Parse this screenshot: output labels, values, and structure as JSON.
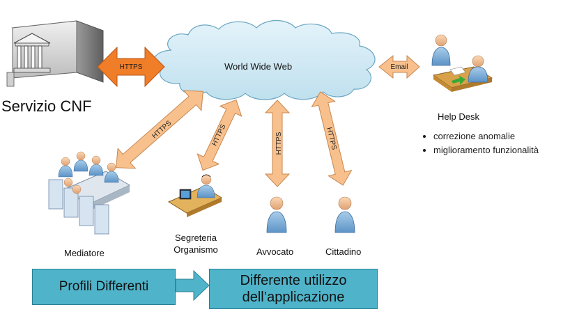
{
  "diagram": {
    "server_label": "Servizio CNF",
    "cloud_label": "World Wide Web",
    "arrow_labels": {
      "server_web": "HTTPS",
      "email": "Email",
      "mediatore": "HTTPS",
      "segreteria": "HTTPS",
      "avvocato": "HTTPS",
      "cittadino": "HTTPS"
    },
    "helpdesk": {
      "title": "Help Desk",
      "bullets": [
        "correzione anomalie",
        "miglioramento funzionalità"
      ]
    },
    "users": {
      "mediatore": "Mediatore",
      "segreteria_line1": "Segreteria",
      "segreteria_line2": "Organismo",
      "avvocato": "Avvocato",
      "cittadino": "Cittadino"
    },
    "flow": {
      "left_box": "Profili Differenti",
      "right_box_line1": "Differente utilizzo",
      "right_box_line2": "dell’applicazione"
    }
  },
  "colors": {
    "https_arrow_orange": "#f07d28",
    "arrow_peach": "#f8c08c",
    "cloud_fill": "#cfe8f3",
    "box_fill": "#4fb3c9",
    "person_blue": "#7fb2dc",
    "skin": "#f2c49a"
  }
}
